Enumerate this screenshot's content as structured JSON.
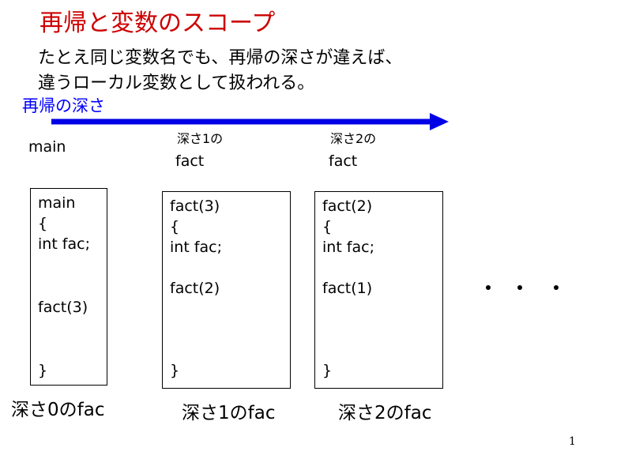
{
  "title": "再帰と変数のスコープ",
  "subtitle_lines": [
    "たとえ同じ変数名でも、再帰の深さが違えば、",
    "違うローカル変数として扱われる。"
  ],
  "depth_axis_label": "再帰の深さ",
  "columns": [
    {
      "header_small": "",
      "header_main": "main",
      "box_lines": [
        "main",
        "{",
        "int fac;",
        "",
        "fact(3)",
        "",
        "}"
      ],
      "caption": "深さ0のfac"
    },
    {
      "header_small": "深さ1の",
      "header_main": "fact",
      "box_lines": [
        "fact(3)",
        "{",
        "int fac;",
        "",
        "fact(2)",
        "",
        "}"
      ],
      "caption": "深さ1のfac"
    },
    {
      "header_small": "深さ2の",
      "header_main": "fact",
      "box_lines": [
        "fact(2)",
        "{",
        "int fac;",
        "",
        "fact(1)",
        "",
        "}"
      ],
      "caption": "深さ2のfac"
    }
  ],
  "continuation_marks": "・ ・ ・",
  "page_number": "1",
  "colors": {
    "title": "#cc0000",
    "depth_label": "#0000ff",
    "arrow": "#0000e6",
    "text": "#000000"
  }
}
